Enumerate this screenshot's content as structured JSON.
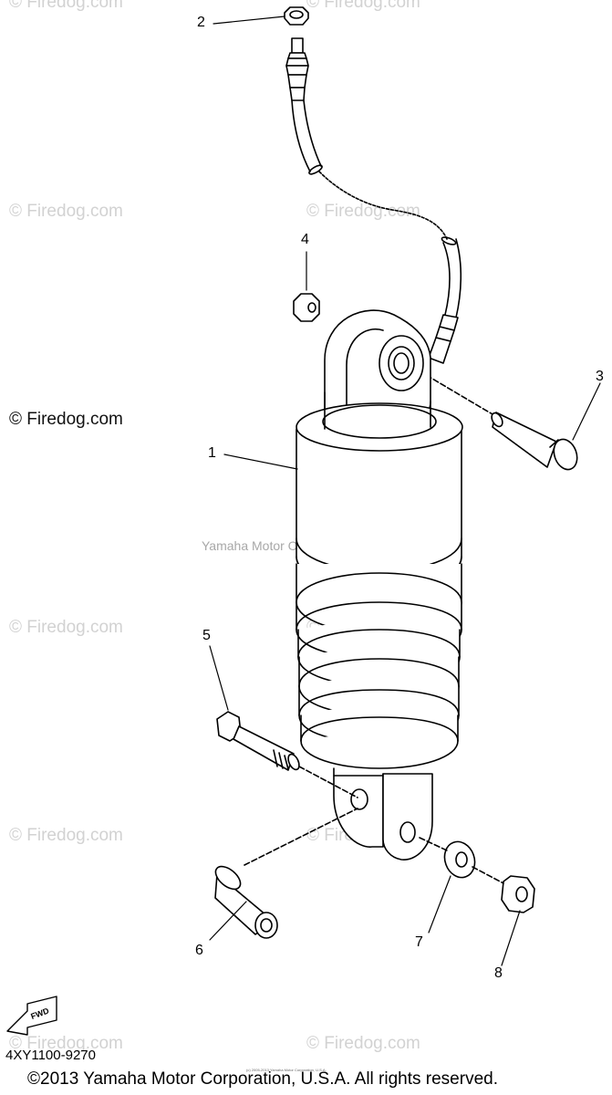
{
  "watermarks": {
    "brand": "© Firedog.com",
    "brand_cut": "© Firedog.com",
    "center": "Yamaha Motor Corp, U.S.A."
  },
  "callouts": [
    "1",
    "2",
    "3",
    "4",
    "5",
    "6",
    "7",
    "8"
  ],
  "diagram_code": "4XY1100-9270",
  "fwd_label": "FWD",
  "copyright": "©2013 Yamaha Motor Corporation, U.S.A. All rights reserved.",
  "fine_print": "(c) 2005-2013 Yamaha Motor Corporation, U.S.A.",
  "colors": {
    "line": "#000000",
    "watermark": "#d2d2d2",
    "background": "#ffffff"
  }
}
